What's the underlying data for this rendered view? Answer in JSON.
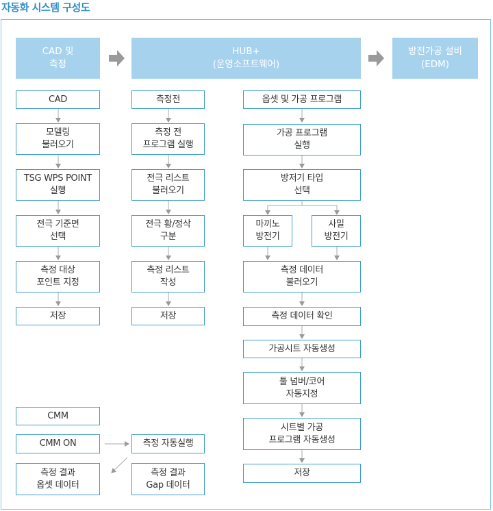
{
  "title": "자동화 시스템 구성도",
  "headers": {
    "cad": [
      "CAD 및",
      "측정"
    ],
    "hub": [
      "HUB+",
      "(운영소프트웨어)"
    ],
    "edm": [
      "방전가공 설비",
      "(EDM)"
    ]
  },
  "col1": [
    [
      "CAD"
    ],
    [
      "모델링",
      "불러오기"
    ],
    [
      "TSG WPS POINT",
      "실행"
    ],
    [
      "전극 기준면",
      "선택"
    ],
    [
      "측정 대상",
      "포인트 지정"
    ],
    [
      "저장"
    ]
  ],
  "col2": [
    [
      "측정전"
    ],
    [
      "측정 전",
      "프로그램 실행"
    ],
    [
      "전극 리스트",
      "불러오기"
    ],
    [
      "전극 황/정삭",
      "구분"
    ],
    [
      "측정 리스트",
      "작성"
    ],
    [
      "저장"
    ]
  ],
  "col3": {
    "offset_program": [
      "옵셋 및 가공 프로그램"
    ],
    "run_program": [
      "가공 프로그램",
      "실행"
    ],
    "discharge_type": [
      "방저기 타입",
      "선택"
    ],
    "rough": [
      "마끼노",
      "방전기"
    ],
    "fine": [
      "사밀",
      "방전기"
    ],
    "load_data": [
      "측정 데이터",
      "불러오기"
    ],
    "check_data": [
      "측정 데이터 확인"
    ],
    "auto_sheet": [
      "가공시트 자동생성"
    ],
    "tool_number": [
      "툴 넘버/코어",
      "자동지정"
    ],
    "sheet_program": [
      "시트별 가공",
      "프로그램 자동생성"
    ],
    "save": [
      "저장"
    ]
  },
  "cmm": {
    "cmm": [
      "CMM"
    ],
    "cmm_on": [
      "CMM ON"
    ],
    "auto_run": [
      "측정 자동실행"
    ],
    "result_offset": [
      "측정 결과",
      "옵셋 데이터"
    ],
    "result_gap": [
      "측정 결과",
      "Gap 데이터"
    ]
  }
}
